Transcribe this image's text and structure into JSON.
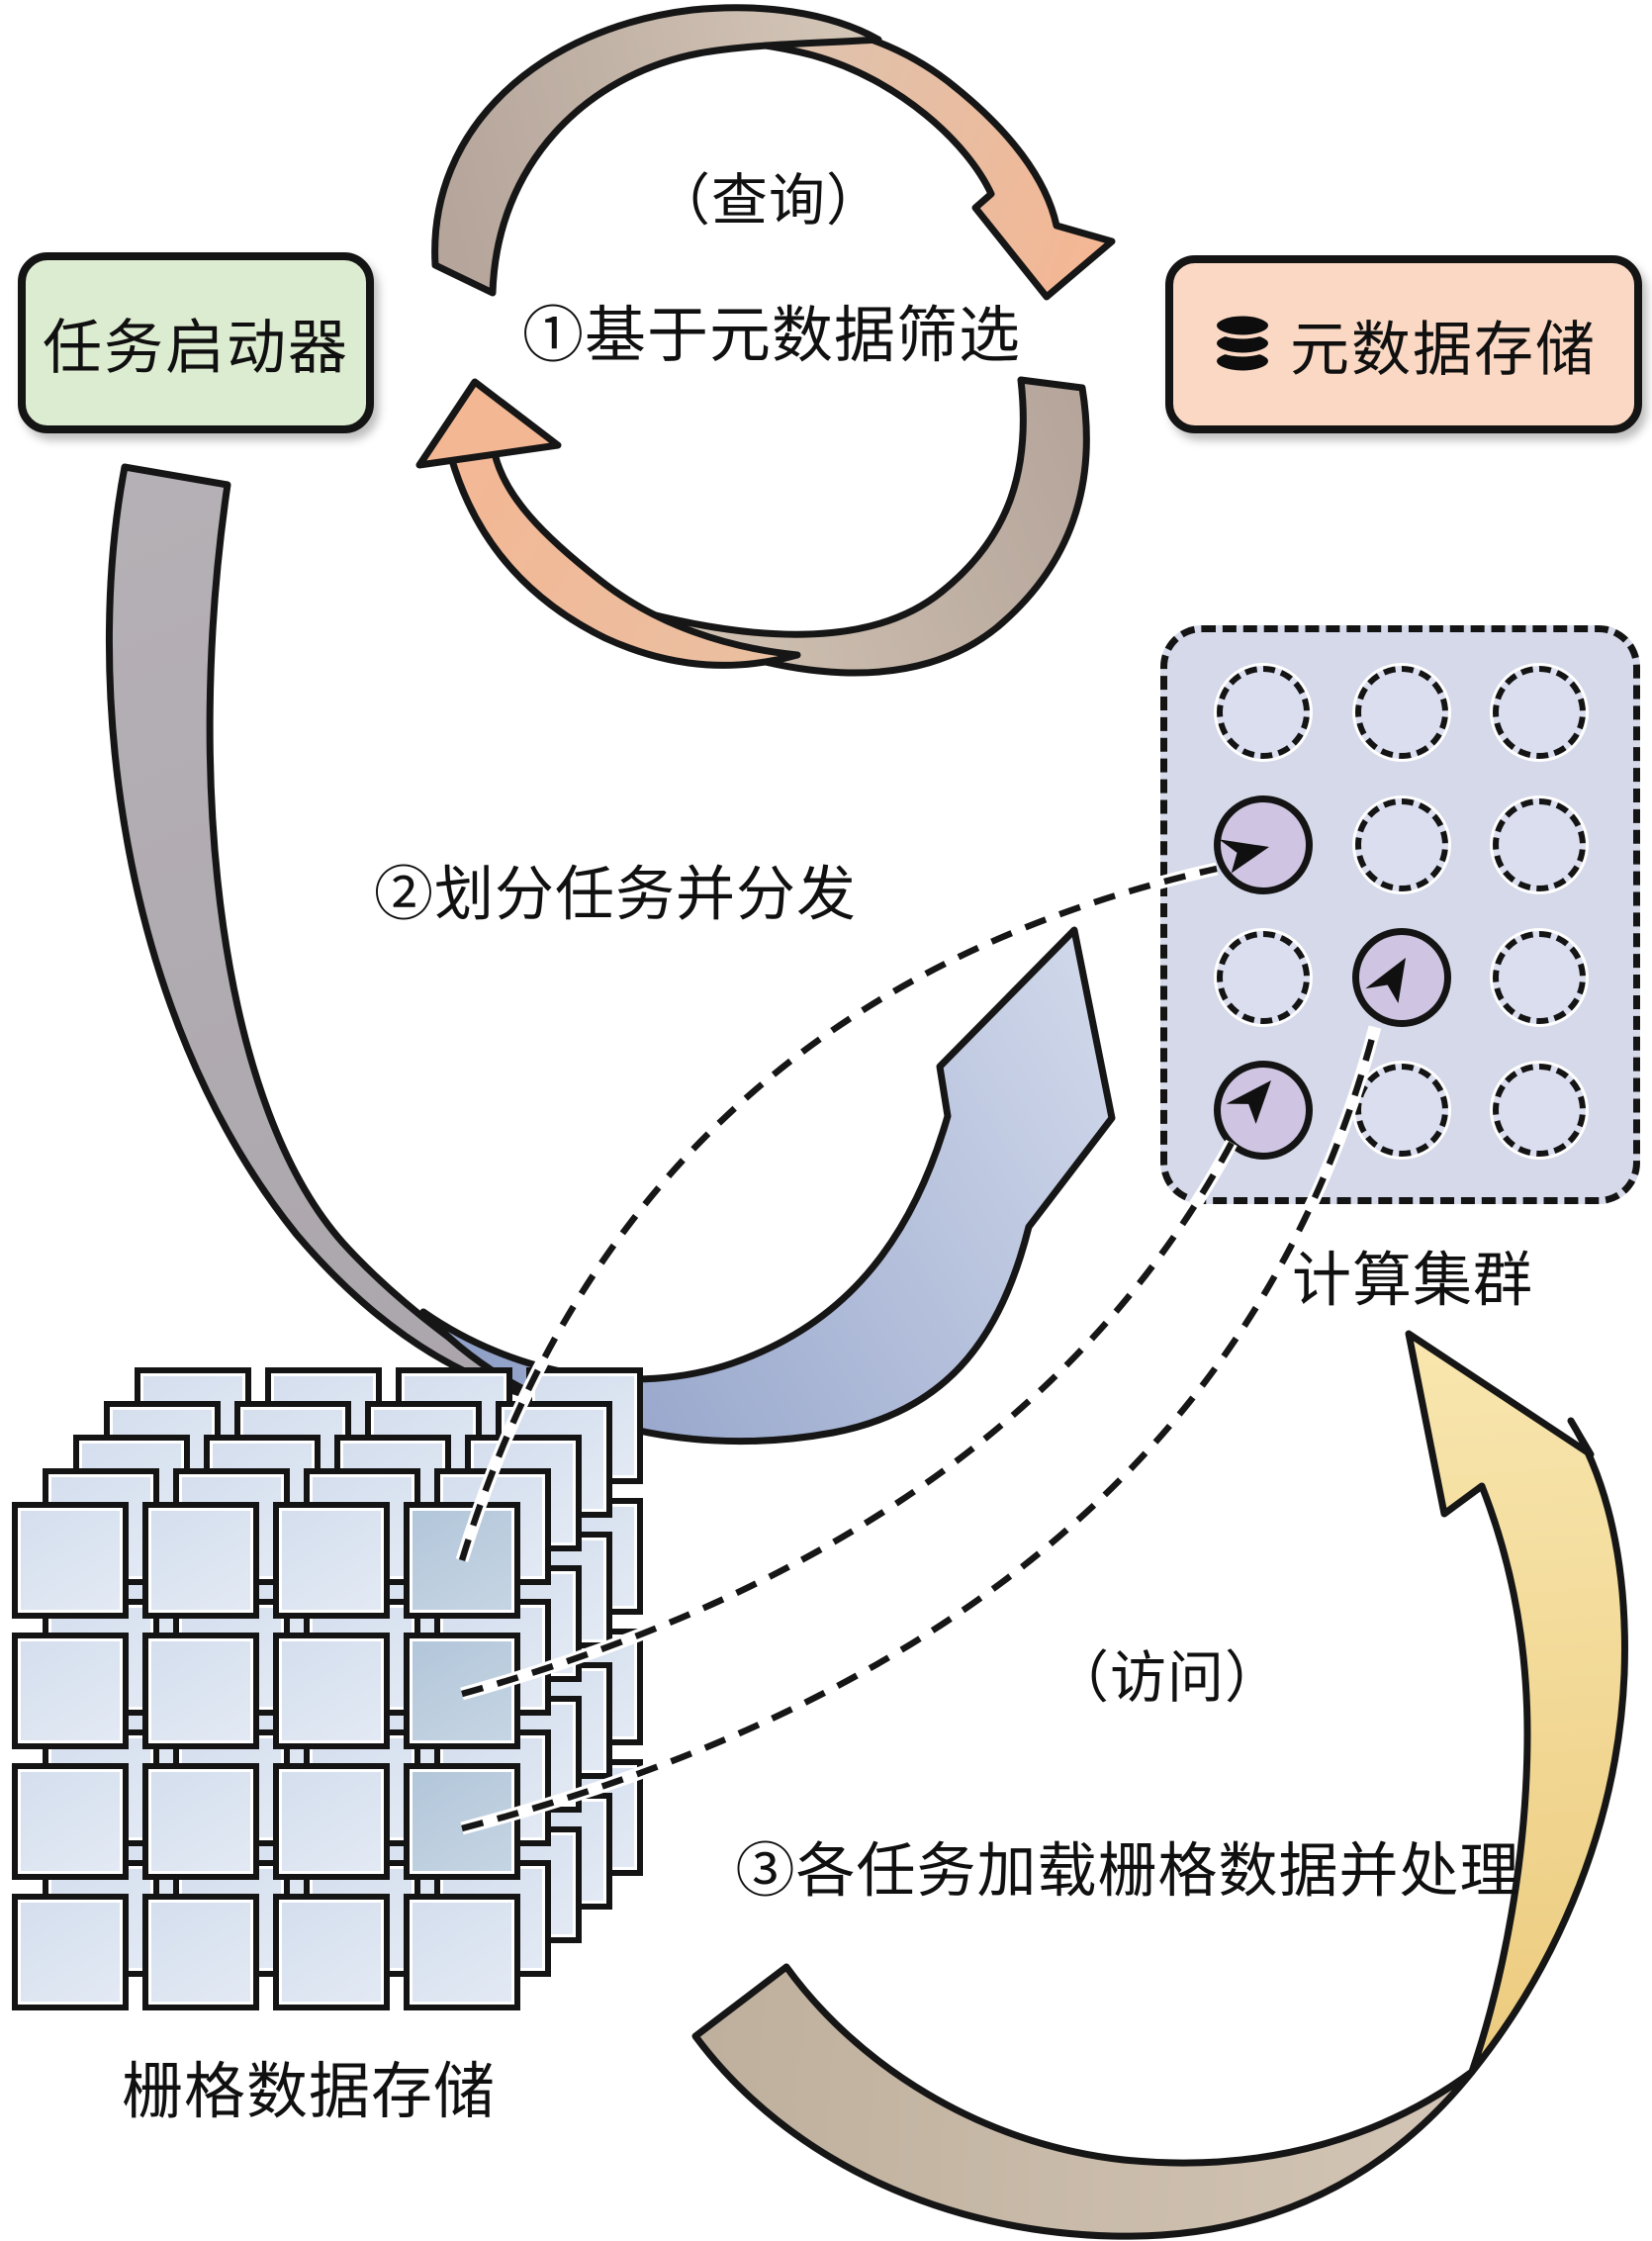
{
  "nodes": {
    "task_launcher": {
      "label": "任务启动器"
    },
    "metadata_store": {
      "label": "元数据存储",
      "icon": "database-icon"
    },
    "compute_cluster": {
      "label": "计算集群"
    },
    "raster_store": {
      "label": "栅格数据存储"
    }
  },
  "labels": {
    "query": "（查询）",
    "step1": "①基于元数据筛选",
    "step2": "②划分任务并分发",
    "access": "（访问）",
    "step3": "③各任务加载栅格数据并处理"
  },
  "cluster": {
    "rows": 4,
    "cols": 3,
    "active_nodes": [
      [
        1,
        0
      ],
      [
        2,
        1
      ],
      [
        3,
        0
      ]
    ]
  },
  "raster": {
    "layers": 5,
    "rows": 4,
    "cols": 4,
    "highlighted_cells": [
      [
        0,
        3
      ],
      [
        1,
        3
      ],
      [
        2,
        3
      ]
    ]
  },
  "colors": {
    "greenBox": "#dcecd0",
    "peachBox": "#fad8c3",
    "clusterBg": "#d5d9e9",
    "circleFill": "#dbdeef",
    "activeCircle": "#cfc5e2",
    "cellFill": "#d4deee",
    "cellHi": "#b2c6da",
    "tanBand": "#b5a59b",
    "tanLight": "#d5c7b8",
    "orangeBand": "#f4b794",
    "orangeSoft": "#e9c0a2",
    "grayBand": "#aba6ac",
    "blueDark": "#8b9cc5",
    "blueLight": "#ced6e9",
    "sandBand": "#bfb09d",
    "sandLight": "#d3c5b5",
    "yellowDeep": "#eccb7e",
    "yellowLight": "#f8e6ae",
    "ink": "#141414"
  }
}
